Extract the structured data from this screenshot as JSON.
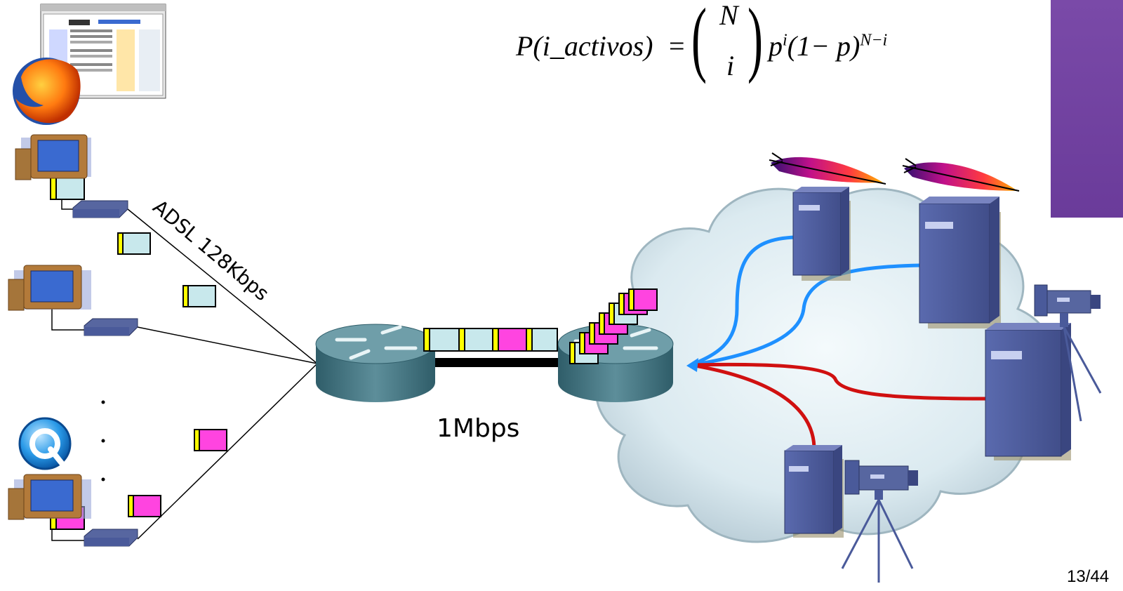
{
  "formula": {
    "lhs": "P(i_activos)",
    "eq": "=",
    "binom_top": "N",
    "binom_bottom": "i",
    "rhs_base_p": "p",
    "rhs_exp_i": "i",
    "rhs_mid": "(1− p)",
    "rhs_exp": "N−i"
  },
  "labels": {
    "adsl": "ADSL 128Kbps",
    "link": "1Mbps",
    "slide_number": "13/44"
  },
  "colors": {
    "packet_cyan": "#c8e8ec",
    "packet_magenta": "#ff44e0",
    "packet_header": "#ffff00",
    "flow_blue": "#1e90ff",
    "flow_red": "#d01010",
    "device_blue": "#4a5a9a",
    "router_teal": "#4f7f8c"
  },
  "icons": [
    "firefox-icon",
    "quicktime-icon",
    "browser-screenshot",
    "apache-feather-icon",
    "video-camera-icon"
  ]
}
